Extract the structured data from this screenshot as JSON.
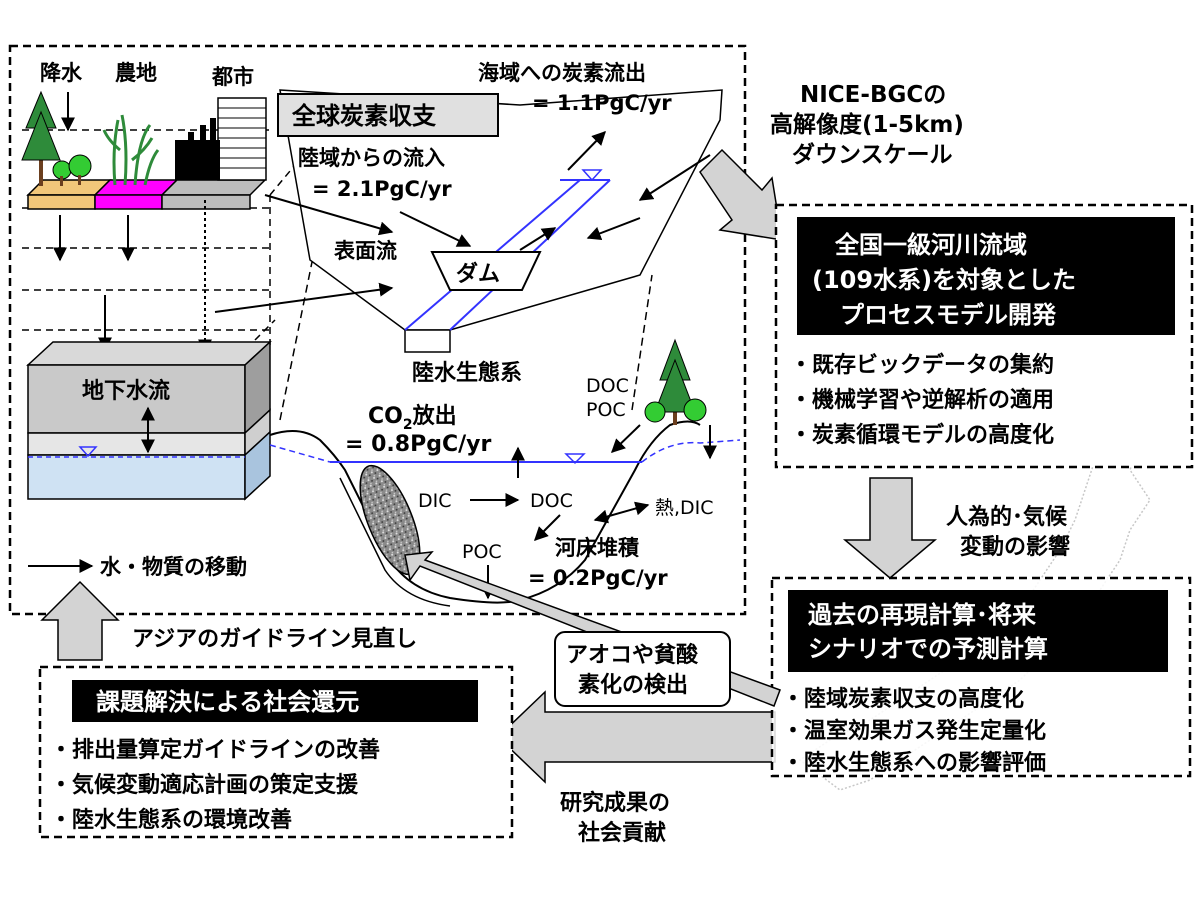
{
  "legend": {
    "precipitation": "降水",
    "farmland": "農地",
    "city": "都市",
    "water_material_movement": "水・物質の移動"
  },
  "global_budget": {
    "title": "全球炭素収支",
    "ocean_flux_label": "海域への炭素流出",
    "ocean_flux_value": "= 1.1PgC/yr",
    "land_inflow_label": "陸域からの流入",
    "land_inflow_value": "= 2.1PgC/yr",
    "surface_flow": "表面流",
    "dam": "ダム"
  },
  "ecosystem": {
    "title": "陸水生態系",
    "groundwater": "地下水流",
    "co2_main": "CO",
    "co2_sub": "2",
    "co2_rest": "放出",
    "co2_value": "= 0.8PgC/yr",
    "doc_top": "DOC",
    "poc_top": "POC",
    "dic": "DIC",
    "doc": "DOC",
    "heat_dic": "熱,DIC",
    "poc": "POC",
    "sediment_label": "河床堆積",
    "sediment_value": "= 0.2PgC/yr"
  },
  "nice": {
    "line1": "NICE-BGCの",
    "line2": "高解像度(1-5km)",
    "line3": "ダウンスケール"
  },
  "dev_box": {
    "title_line1": "全国一級河川流域",
    "title_line2": "(109水系)を対象とした",
    "title_line3": "プロセスモデル開発",
    "items": [
      "・既存ビックデータの集約",
      "・機械学習や逆解析の適用",
      "・炭素循環モデルの高度化"
    ]
  },
  "climate_arrow": {
    "line1": "人為的･気候",
    "line2": "変動の影響"
  },
  "calc_box": {
    "title_line1": "過去の再現計算･将来",
    "title_line2": "シナリオでの予測計算",
    "items": [
      "・陸域炭素収支の高度化",
      "・温室効果ガス発生定量化",
      "・陸水生態系への影響評価"
    ]
  },
  "detect_box": {
    "line1": "アオコや貧酸",
    "line2": "素化の検出"
  },
  "asia_guideline": "アジアのガイドライン見直し",
  "social": {
    "title": "課題解決による社会還元",
    "items": [
      "・排出量算定ガイドラインの改善",
      "・気候変動適応計画の策定支援",
      "・陸水生態系の環境改善"
    ]
  },
  "research_contrib": {
    "line1": "研究成果の",
    "line2": "社会貢献"
  },
  "colors": {
    "farmland": "#f2c77a",
    "field_magenta": "#ff00ff",
    "water_blue": "#cfe2f3",
    "river_blue": "#3333ff",
    "tree_green": "#2e8b3a",
    "arrow_gray": "#d3d3d3"
  }
}
